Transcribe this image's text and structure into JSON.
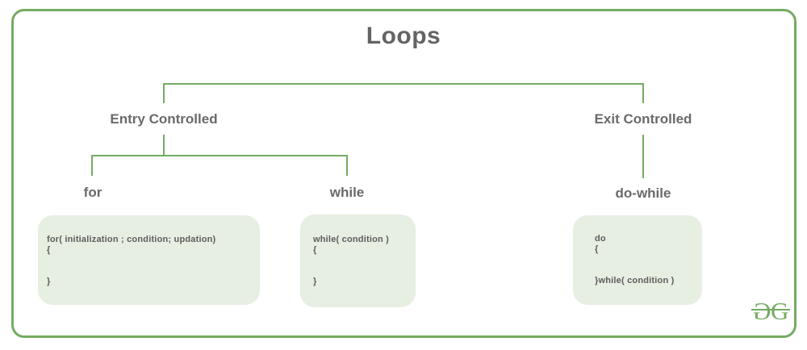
{
  "title": "Loops",
  "branches": {
    "entry": {
      "label": "Entry Controlled"
    },
    "exit": {
      "label": "Exit Controlled"
    }
  },
  "loops": [
    {
      "name": "for",
      "code_lines": [
        "for( initialization ; condition; updation)",
        "{",
        "",
        "",
        "}"
      ]
    },
    {
      "name": "while",
      "code_lines": [
        "while( condition )",
        "{",
        "",
        "",
        "}"
      ]
    },
    {
      "name": "do-while",
      "code_lines": [
        "do",
        "{",
        "",
        "",
        "}while( condition )"
      ]
    }
  ],
  "logo": {
    "left_glyph": "G",
    "right_glyph": "G"
  },
  "colors": {
    "green": "#74ab63",
    "box_bg": "#e7eee2",
    "title_gray": "#646464",
    "label_gray": "#6a6a6a",
    "code_gray": "#5d5d5d"
  }
}
